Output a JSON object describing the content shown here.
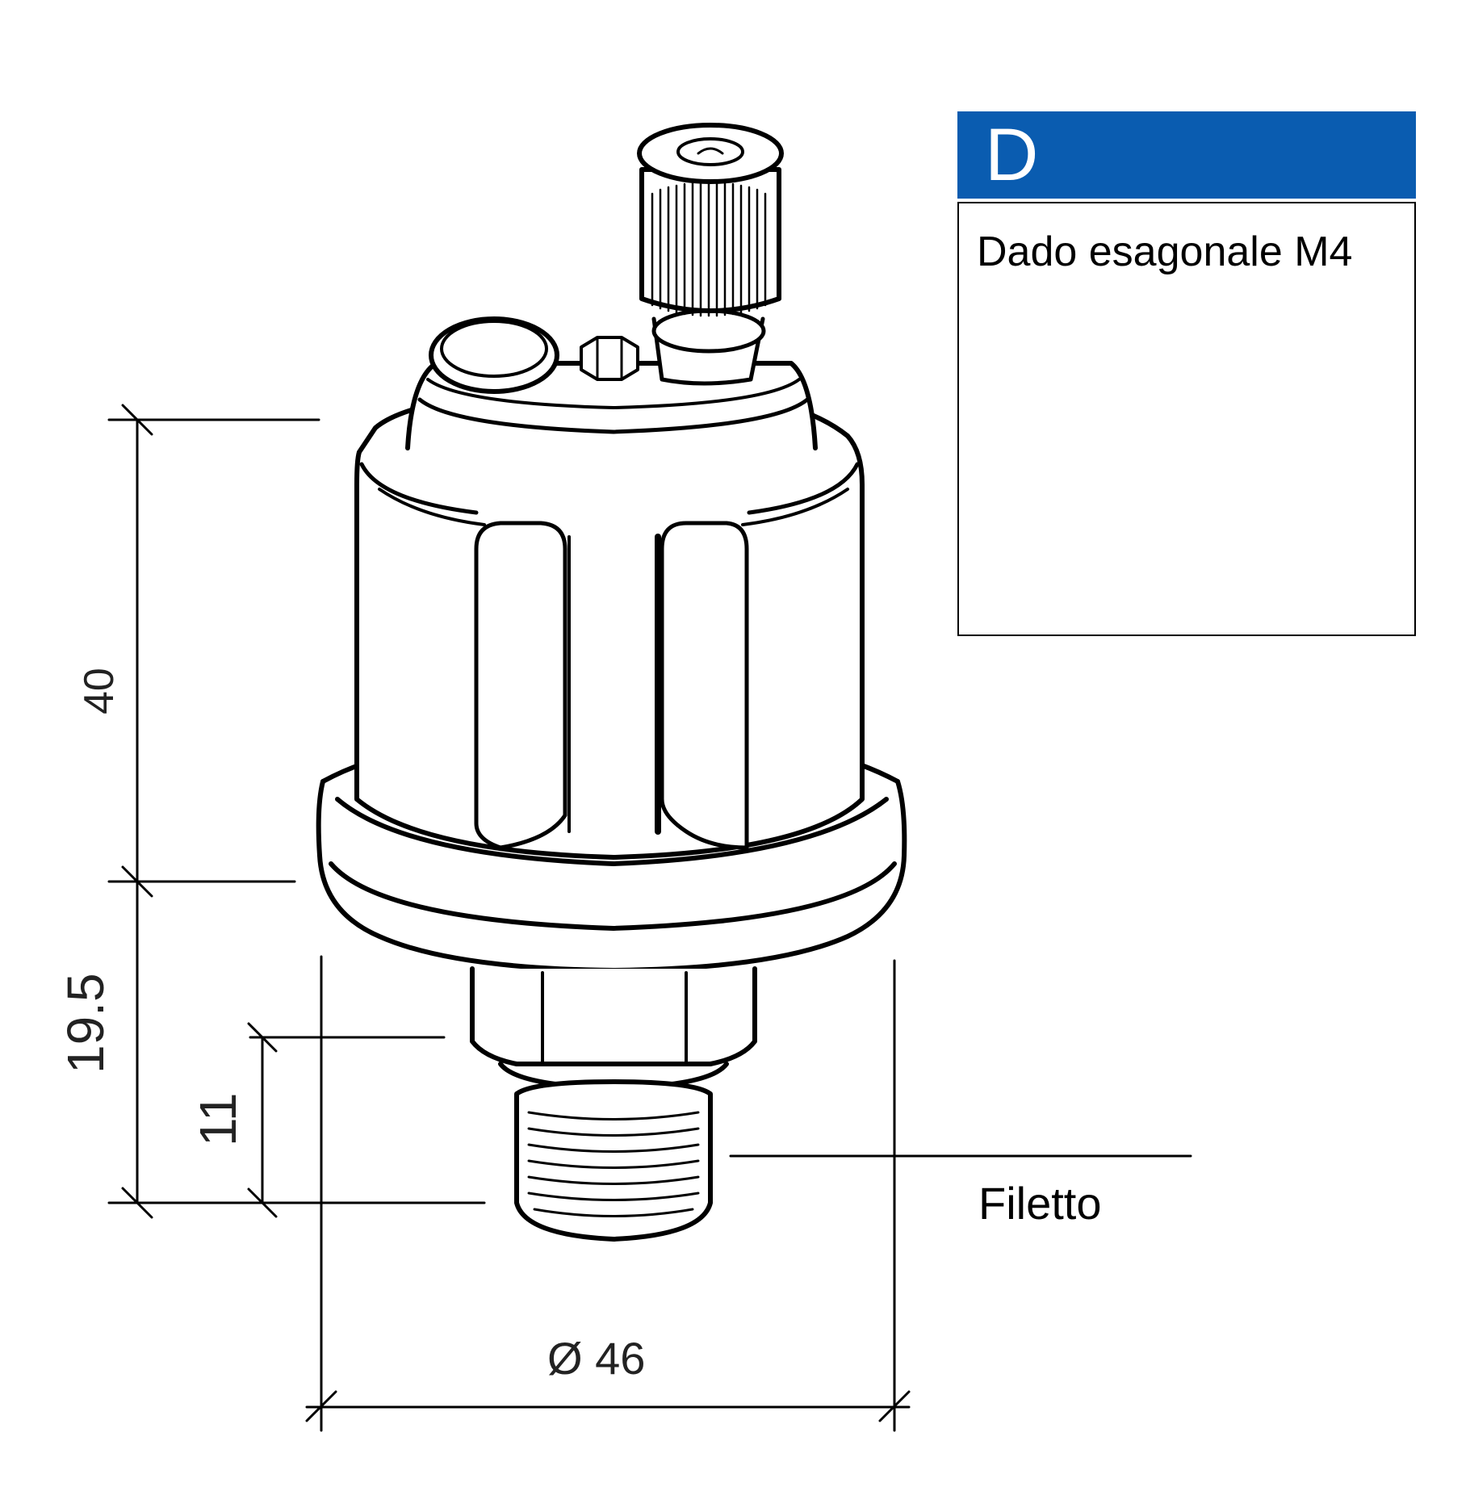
{
  "dimensions": {
    "height_body": "40",
    "height_lower": "19.5",
    "height_thread": "11",
    "diameter": "Ø 46"
  },
  "labels": {
    "thread": "Filetto"
  },
  "inset": {
    "letter": "D",
    "caption": "Dado esagonale M4"
  },
  "colors": {
    "header_blue": "#0a5cb0",
    "line": "#000000"
  }
}
